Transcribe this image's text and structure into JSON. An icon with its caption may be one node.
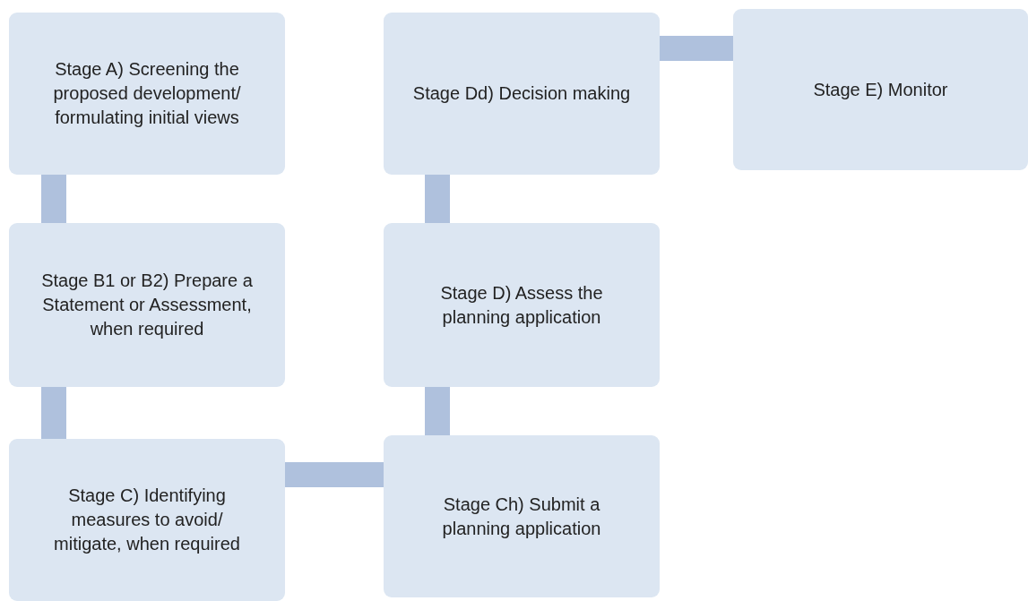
{
  "diagram": {
    "nodes": [
      {
        "text": [
          "Stage A) Screening the proposed development/ formulating initial views"
        ]
      },
      {
        "text": [
          "Stage B1 or B2) Prepare a Statement or Assessment, when required"
        ]
      },
      {
        "text": [
          "Stage C) Identifying measures to avoid/ mitigate, when required"
        ]
      },
      {
        "text": [
          "Stage Ch) Submit a planning application"
        ]
      },
      {
        "text": [
          "Stage D) Assess the planning application"
        ]
      },
      {
        "text": [
          "Stage Dd) Decision making"
        ]
      },
      {
        "text": [
          "Stage E) Monitor"
        ]
      }
    ],
    "edges": [
      {
        "from": 0,
        "to": 1,
        "arrow": "none"
      },
      {
        "from": 1,
        "to": 2,
        "arrow": "none"
      },
      {
        "from": 2,
        "to": 3,
        "arrow": "none"
      },
      {
        "from": 3,
        "to": 4,
        "arrow": "none"
      },
      {
        "from": 4,
        "to": 5,
        "arrow": "none"
      },
      {
        "from": 5,
        "to": 6,
        "arrow": "none"
      }
    ]
  }
}
